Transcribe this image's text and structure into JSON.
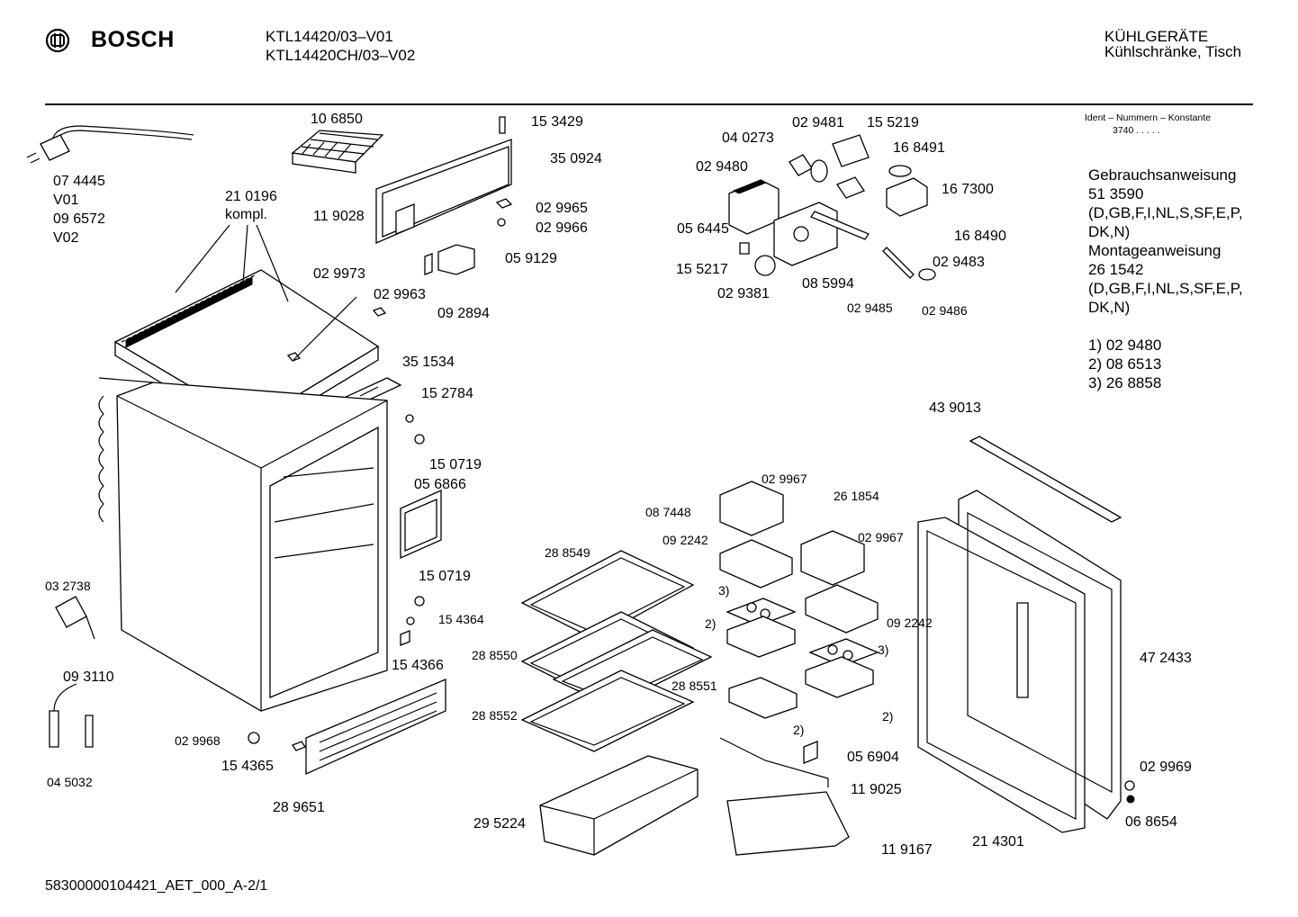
{
  "header": {
    "brand": "BOSCH",
    "model_line1": "KTL14420/03–V01",
    "model_line2": "KTL14420CH/03–V02",
    "category": "KÜHLGERÄTE",
    "subcategory": "Kühlschränke, Tisch"
  },
  "ident": {
    "title": "Ident – Nummern – Konstante",
    "value": "3740  .  .  .  .  ."
  },
  "docs": [
    "Gebrauchsanweisung",
    "51 3590",
    "(D,GB,F,I,NL,S,SF,E,P,",
    "DK,N)",
    "Montageanweisung",
    "26 1542",
    "(D,GB,F,I,NL,S,SF,E,P,",
    "DK,N)"
  ],
  "notes": [
    "1) 02 9480",
    "2) 08 6513",
    "3) 26 8858"
  ],
  "footer": "58300000104421_AET_000_A-2/1",
  "labels": {
    "l074445": "07 4445",
    "lv01": "V01",
    "l096572": "09 6572",
    "lv02": "V02",
    "l106850": "10 6850",
    "l210196": "21 0196",
    "lkompl": "kompl.",
    "l119028": "11 9028",
    "l153429": "15 3429",
    "l350924": "35 0924",
    "l029965": "02 9965",
    "l029966": "02 9966",
    "l059129": "05 9129",
    "l092894": "09 2894",
    "l029973": "02 9973",
    "l029963": "02 9963",
    "l351534": "35 1534",
    "l152784": "15 2784",
    "l150719a": "15 0719",
    "l056866": "05 6866",
    "l150719b": "15 0719",
    "l154364": "15 4364",
    "l154366": "15 4366",
    "l032738": "03 2738",
    "l093110": "09 3110",
    "l045032": "04 5032",
    "l029968": "02 9968",
    "l154365": "15 4365",
    "l289651": "28 9651",
    "l040273": "04 0273",
    "l029481": "02 9481",
    "l155219": "15 5219",
    "l168491": "16 8491",
    "l029480": "02 9480",
    "l167300": "16 7300",
    "l056445": "05 6445",
    "l168490": "16 8490",
    "l155217": "15 5217",
    "l029483": "02 9483",
    "l029381": "02 9381",
    "l085994": "08 5994",
    "l029485": "02 9485",
    "l029486": "02 9486",
    "l439013": "43 9013",
    "l029967a": "02 9967",
    "l087448": "08 7448",
    "l261854": "26 1854",
    "l092242a": "09 2242",
    "l029967b": "02 9967",
    "l288549": "28 8549",
    "l3a": "3)",
    "l2a": "2)",
    "l092242b": "09 2242",
    "l288550": "28 8550",
    "l288551": "28 8551",
    "l3b": "3)",
    "l472433": "47 2433",
    "l2b": "2)",
    "l288552": "28 8552",
    "l2c": "2)",
    "l056904": "05 6904",
    "l029969": "02 9969",
    "l119025": "11 9025",
    "l295224": "29 5224",
    "l068654": "06 8654",
    "l214301": "21 4301",
    "l119167": "11 9167"
  }
}
